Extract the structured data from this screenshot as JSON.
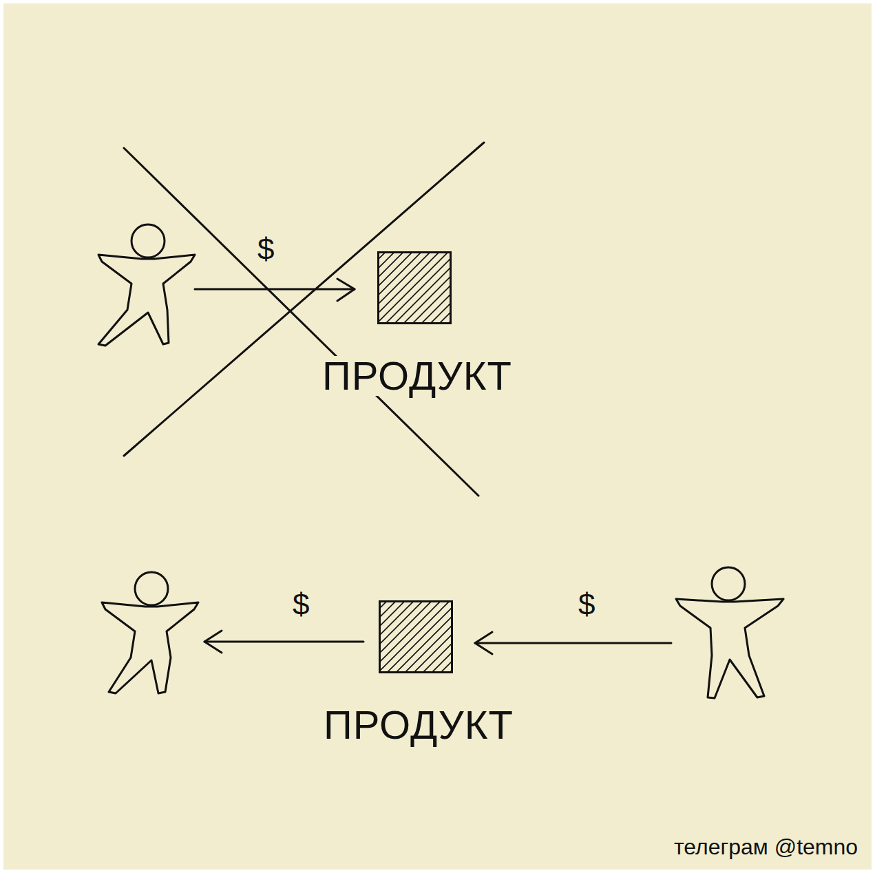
{
  "diagram": {
    "nodes": [
      {
        "text": [
          "ПРОДУКТ"
        ]
      },
      {
        "text": [
          "ПРОДУКТ"
        ]
      }
    ],
    "labels": [
      "$",
      "$",
      "$",
      "телеграм @temno"
    ]
  }
}
